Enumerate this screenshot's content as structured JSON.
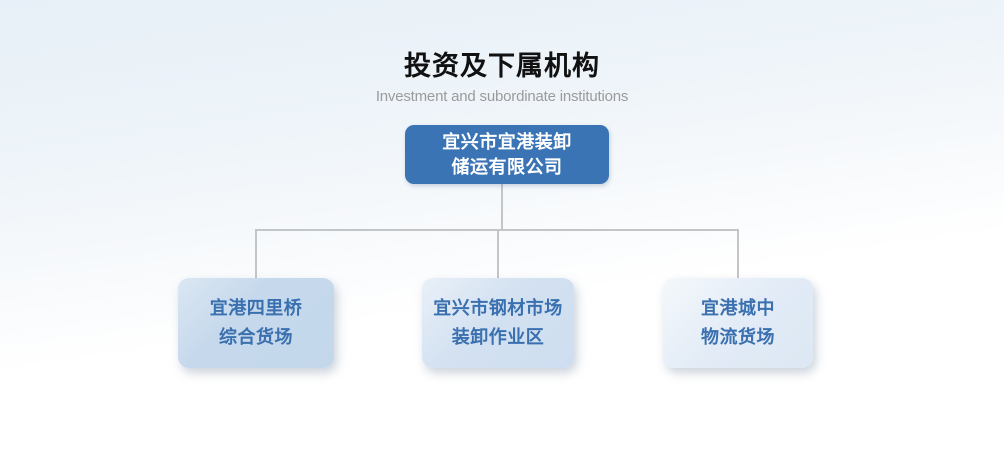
{
  "page": {
    "title": "投资及下属机构",
    "subtitle": "Investment and subordinate institutions"
  },
  "org_chart": {
    "type": "org-chart",
    "root": {
      "name_line1": "宜兴市宜港装卸",
      "name_line2": "储运有限公司"
    },
    "children": [
      {
        "name_line1": "宜港四里桥",
        "name_line2": "综合货场"
      },
      {
        "name_line1": "宜兴市钢材市场",
        "name_line2": "装卸作业区"
      },
      {
        "name_line1": "宜港城中",
        "name_line2": "物流货场"
      }
    ]
  },
  "colors": {
    "root_node_bg": "#3A74B4",
    "root_node_text": "#FFFFFF",
    "child_node_bg_light": "#DCE8F4",
    "child_node_bg_dark": "#C4D8EC",
    "child_node_text": "#3A70AF",
    "connector_line": "#C3C6C9",
    "title_text": "#111111",
    "subtitle_text": "#9B9B9B",
    "page_bg_top": "#E7F0F8",
    "page_bg_bottom": "#FFFFFF"
  }
}
